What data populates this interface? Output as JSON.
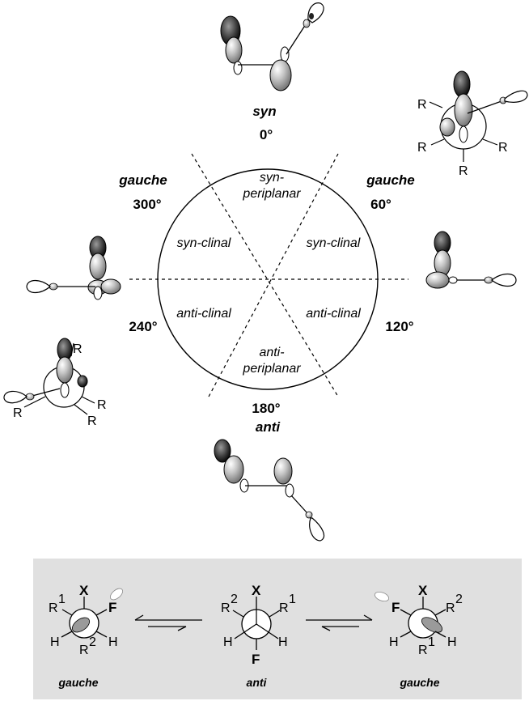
{
  "figure": {
    "angles": {
      "syn": {
        "name": "syn",
        "deg": "0°"
      },
      "gauche_60": {
        "name": "gauche",
        "deg": "60°"
      },
      "gauche_300": {
        "name": "gauche",
        "deg": "300°"
      },
      "deg_120": "120°",
      "deg_240": "240°",
      "anti": {
        "name": "anti",
        "deg": "180°"
      }
    },
    "regions": {
      "synperiplanar_1": "syn-",
      "synperiplanar_2": "periplanar",
      "synclinal_left": "syn-clinal",
      "synclinal_right": "syn-clinal",
      "anticlinal_left": "anti-clinal",
      "anticlinal_right": "anti-clinal",
      "antiperiplanar_1": "anti-",
      "antiperiplanar_2": "periplanar"
    },
    "substituent": "R"
  },
  "panel": {
    "background": "#e0e0e0",
    "atoms": {
      "X": "X",
      "F": "F",
      "H": "H",
      "R": "R",
      "one": "1",
      "two": "2"
    },
    "captions": {
      "left": "gauche",
      "middle": "anti",
      "right": "gauche"
    }
  },
  "colors": {
    "orbital_fill": "#a8a8a8",
    "orbital_dark": "#222222",
    "line": "#000000"
  }
}
